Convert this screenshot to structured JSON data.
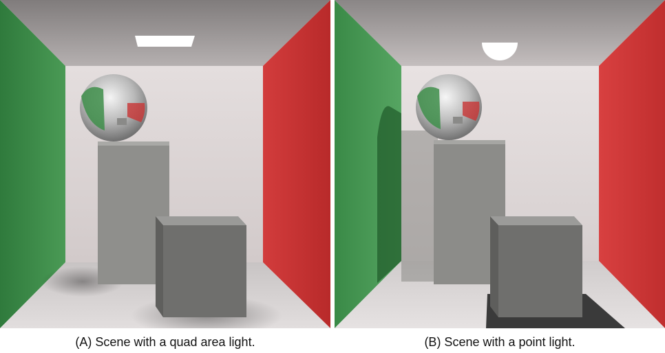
{
  "figures": [
    {
      "id": "A",
      "caption": "(A) Scene with a quad area light.",
      "light": "quad area light"
    },
    {
      "id": "B",
      "caption": "(B) Scene with a point light.",
      "light": "point light"
    }
  ],
  "colors": {
    "left_wall": "#3e8e4a",
    "right_wall": "#c83434",
    "back_wall": "#ddd6d6",
    "floor": "#cfcaca",
    "ceiling": "#8e8a8a",
    "box": "#6f6f6f",
    "light": "#ffffff"
  }
}
